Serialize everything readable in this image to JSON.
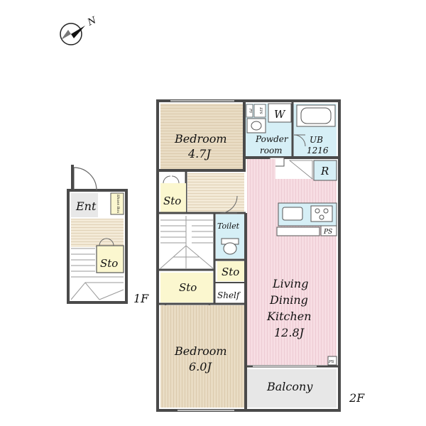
{
  "colors": {
    "wall": "#4a4a4a",
    "bedroom_floor": "#e9dcc4",
    "bedroom_lines": "#cdb896",
    "ldk_floor": "#f7dde3",
    "ldk_lines": "#e3b9c3",
    "wet_area": "#d6eff6",
    "storage": "#fbf7cf",
    "balcony": "#e7e7e7",
    "stairs_lines": "#9a9a9a",
    "door": "#666666"
  },
  "compass": {
    "label": "N"
  },
  "floors": {
    "first": "1F",
    "second": "2F"
  },
  "rooms": {
    "bedroom_top": {
      "name": "Bedroom",
      "size": "4.7J"
    },
    "bedroom_bottom": {
      "name": "Bedroom",
      "size": "6.0J"
    },
    "ldk": {
      "line1": "Living",
      "line2": "Dining",
      "line3": "Kitchen",
      "size": "12.8J"
    },
    "powder": {
      "line1": "Powder",
      "line2": "room"
    },
    "ub": {
      "line1": "UB",
      "line2": "1216"
    },
    "washer": "W",
    "fridge": "R",
    "toilet": "Toilet",
    "balcony": "Balcony",
    "shelf": "Shelf",
    "sto_1f": "Sto",
    "sto_2f_a": "Sto",
    "sto_2f_b": "Sto",
    "sto_2f_c": "Sto",
    "entrance": "Ent",
    "shoe_box": "Shoes Box",
    "ps_kitchen": "PS",
    "ps_balcony": "PS",
    "ps_top": "PS",
    "eps": "EPS"
  }
}
